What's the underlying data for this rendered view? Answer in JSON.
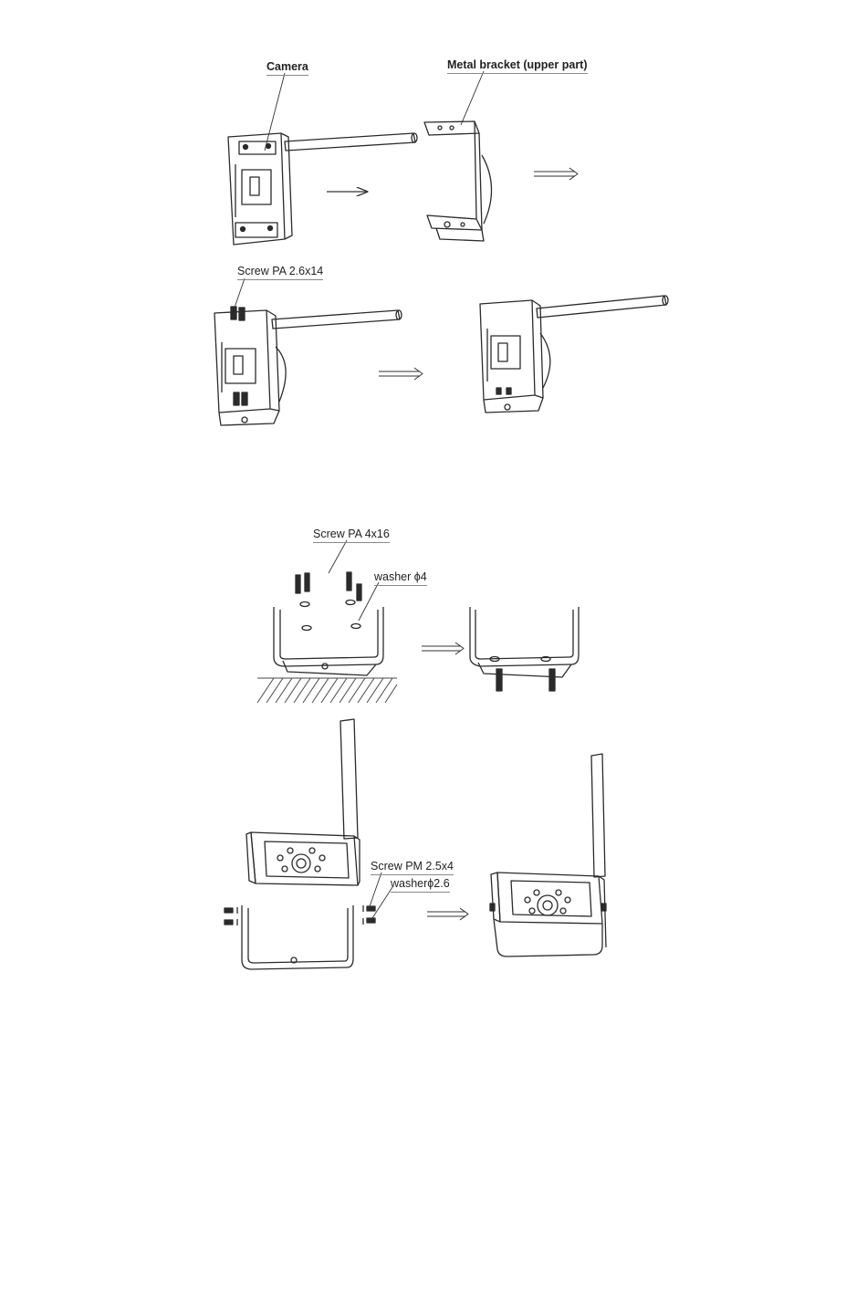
{
  "callouts": {
    "camera": "Camera",
    "bracket_upper": "Metal bracket (upper part)",
    "screw_pa_26x14": "Screw PA 2.6x14",
    "screw_pa_4x16": "Screw PA 4x16",
    "washer_4": "washer ϕ4",
    "screw_pm_25x4": "Screw PM 2.5x4",
    "washer_26": "washerϕ2.6"
  },
  "colors": {
    "line": "#2b2b2b",
    "hatch": "#4a4a4a"
  }
}
